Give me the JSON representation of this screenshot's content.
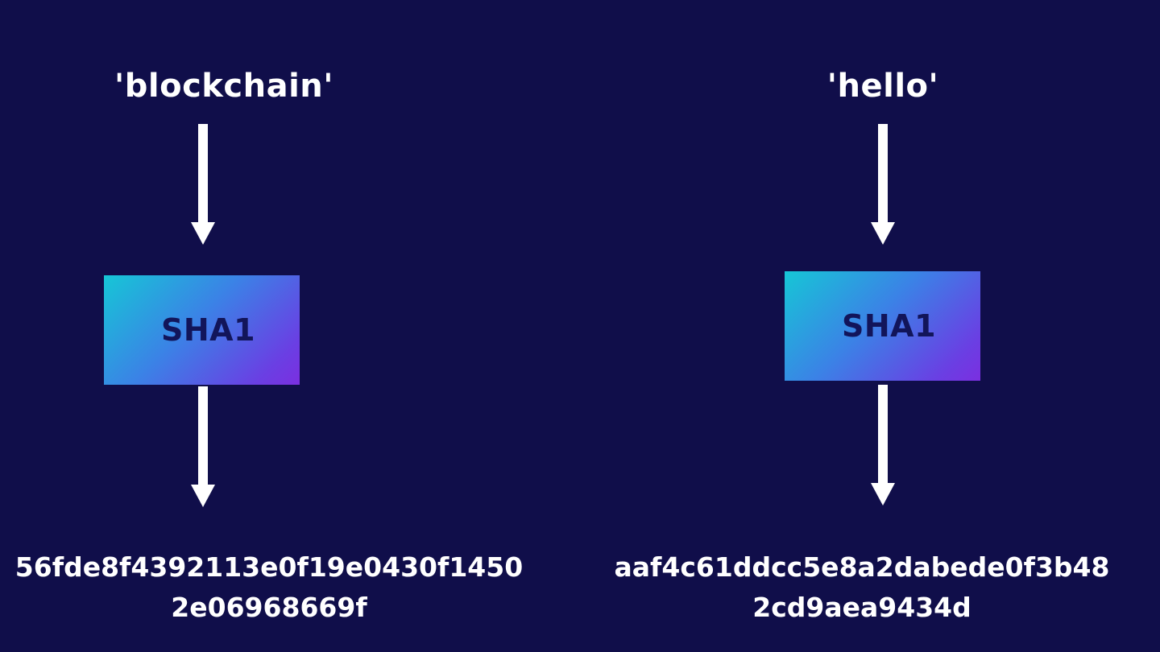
{
  "diagram": {
    "left": {
      "input": "'blockchain'",
      "function": "SHA1",
      "output_line1": "56fde8f4392113e0f19e0430f1450",
      "output_line2": "2e06968669f"
    },
    "right": {
      "input": "'hello'",
      "function": "SHA1",
      "output_line1": "aaf4c61ddcc5e8a2dabede0f3b48",
      "output_line2": "2cd9aea9434d"
    }
  },
  "colors": {
    "background": "#100e4a",
    "arrow": "#ffffff",
    "box_gradient_start": "#16c6d6",
    "box_gradient_end": "#7b2fe0",
    "box_text": "#12155a"
  }
}
